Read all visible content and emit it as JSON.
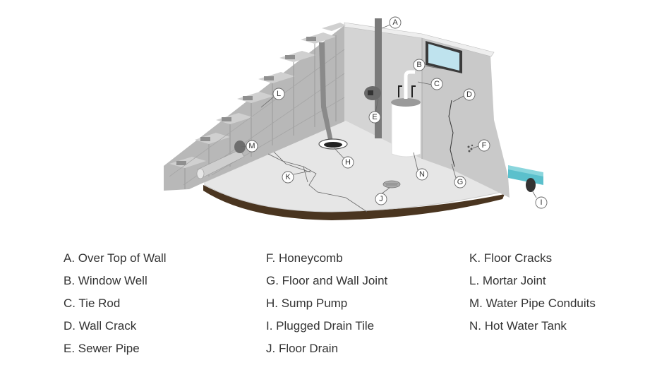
{
  "callouts": {
    "a": "A",
    "b": "B",
    "c": "C",
    "d": "D",
    "e": "E",
    "f": "F",
    "g": "G",
    "h": "H",
    "i": "I",
    "j": "J",
    "k": "K",
    "l": "L",
    "m": "M",
    "n": "N"
  },
  "legend": {
    "col1": [
      "A. Over Top of Wall",
      "B. Window Well",
      "C. Tie Rod",
      "D. Wall Crack",
      "E. Sewer Pipe"
    ],
    "col2": [
      "F. Honeycomb",
      "G. Floor and Wall Joint",
      "H. Sump Pump",
      "I. Plugged Drain Tile",
      "J. Floor Drain"
    ],
    "col3": [
      "K. Floor Cracks",
      "L. Mortar Joint",
      "M. Water Pipe Conduits",
      "N. Hot Water Tank"
    ]
  },
  "colors": {
    "block_face": "#b3b3b3",
    "block_top": "#d0d0d0",
    "block_dark": "#8f8f8f",
    "wall": "#d9d9d9",
    "floor": "#e6e6e6",
    "soil": "#4a3520",
    "pipe": "#7a7a7a",
    "tank": "#ffffff",
    "window_glass": "#bfe3ee",
    "drain_tile": "#5bc0cc",
    "callout_stroke": "#666666"
  }
}
